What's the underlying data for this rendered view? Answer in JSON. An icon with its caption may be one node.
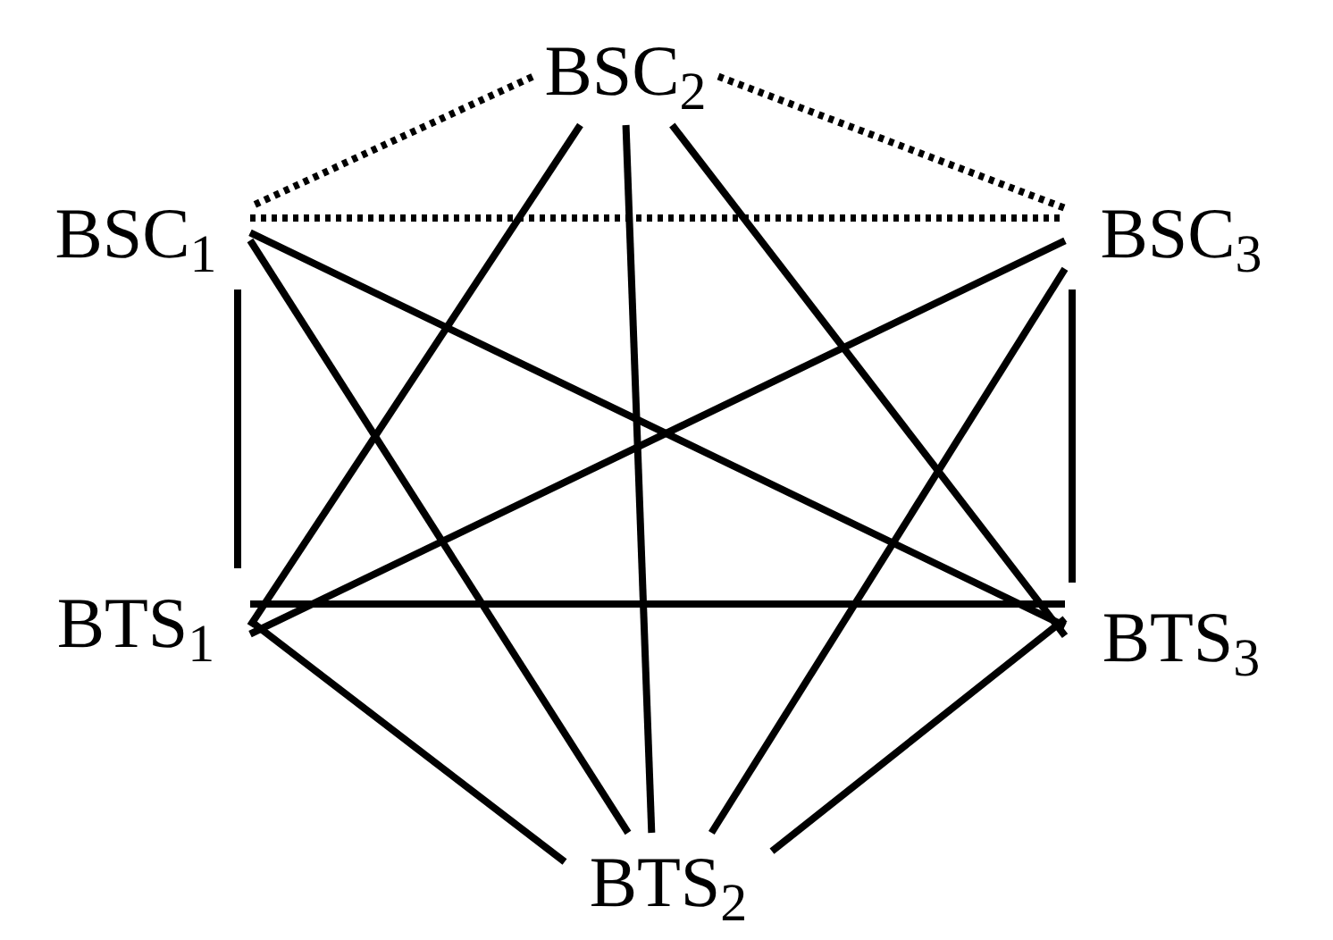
{
  "diagram": {
    "nodes": [
      {
        "text": [
          "BSC$_{1}$"
        ]
      },
      {
        "text": [
          "BSC$_{2}$"
        ]
      },
      {
        "text": [
          "BSC$_{3}$"
        ]
      },
      {
        "text": [
          "BTS$_{1}$"
        ]
      },
      {
        "text": [
          "BTS$_{2}$"
        ]
      },
      {
        "text": [
          "BTS$_{3}$"
        ]
      }
    ],
    "edges": [
      {
        "from": 1,
        "to": 0,
        "arrow": "none",
        "style": "dashed"
      },
      {
        "from": 1,
        "to": 2,
        "arrow": "none",
        "style": "dashed"
      },
      {
        "from": 0,
        "to": 2,
        "arrow": "none",
        "style": "dashed"
      },
      {
        "from": 0,
        "to": 3,
        "arrow": "none"
      },
      {
        "from": 2,
        "to": 5,
        "arrow": "none"
      },
      {
        "from": 3,
        "to": 5,
        "arrow": "none"
      },
      {
        "from": 3,
        "to": 4,
        "arrow": "none"
      },
      {
        "from": 5,
        "to": 4,
        "arrow": "none"
      },
      {
        "from": 1,
        "to": 3,
        "arrow": "none"
      },
      {
        "from": 1,
        "to": 4,
        "arrow": "none"
      },
      {
        "from": 1,
        "to": 5,
        "arrow": "none"
      },
      {
        "from": 0,
        "to": 5,
        "arrow": "none"
      },
      {
        "from": 0,
        "to": 4,
        "arrow": "none"
      },
      {
        "from": 2,
        "to": 3,
        "arrow": "none"
      },
      {
        "from": 2,
        "to": 4,
        "arrow": "none"
      }
    ]
  }
}
